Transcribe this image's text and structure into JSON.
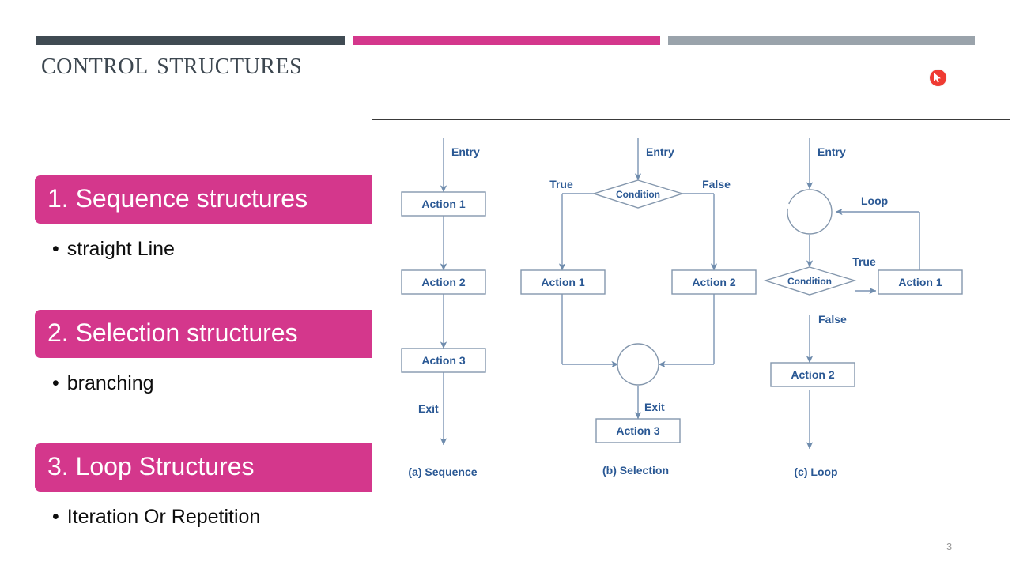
{
  "slide": {
    "title": "CONTROL STRUCTURES",
    "page_number": "3",
    "accent_pink": "#d4378c",
    "accent_dark": "#404b53",
    "accent_gray": "#9aa3ab",
    "diagram_line_color": "#6f8cad",
    "diagram_text_color": "#2a5894"
  },
  "topbars": {
    "dark_label": "dark-bar",
    "pink_label": "pink-bar",
    "gray_label": "gray-bar"
  },
  "cursor": {
    "icon": "mouse-pointer-icon"
  },
  "content": {
    "items": [
      {
        "heading": "1. Sequence structures",
        "bullet": "straight Line",
        "bullet_marker": "•"
      },
      {
        "heading": "2. Selection structures",
        "bullet": "branching",
        "bullet_marker": "•"
      },
      {
        "heading": "3. Loop Structures",
        "bullet": "Iteration Or Repetition",
        "bullet_marker": "•"
      }
    ]
  },
  "diagram": {
    "caption_a": "(a) Sequence",
    "caption_b": "(b) Selection",
    "caption_c": "(c) Loop",
    "sequence": {
      "entry": "Entry",
      "exit": "Exit",
      "action1": "Action 1",
      "action2": "Action 2",
      "action3": "Action 3"
    },
    "selection": {
      "entry": "Entry",
      "exit": "Exit",
      "condition": "Condition",
      "true_label": "True",
      "false_label": "False",
      "action1": "Action 1",
      "action2": "Action 2",
      "action3": "Action 3"
    },
    "loop": {
      "entry": "Entry",
      "loop_label": "Loop",
      "condition": "Condition",
      "true_label": "True",
      "false_label": "False",
      "action1": "Action 1",
      "action2": "Action 2"
    }
  }
}
